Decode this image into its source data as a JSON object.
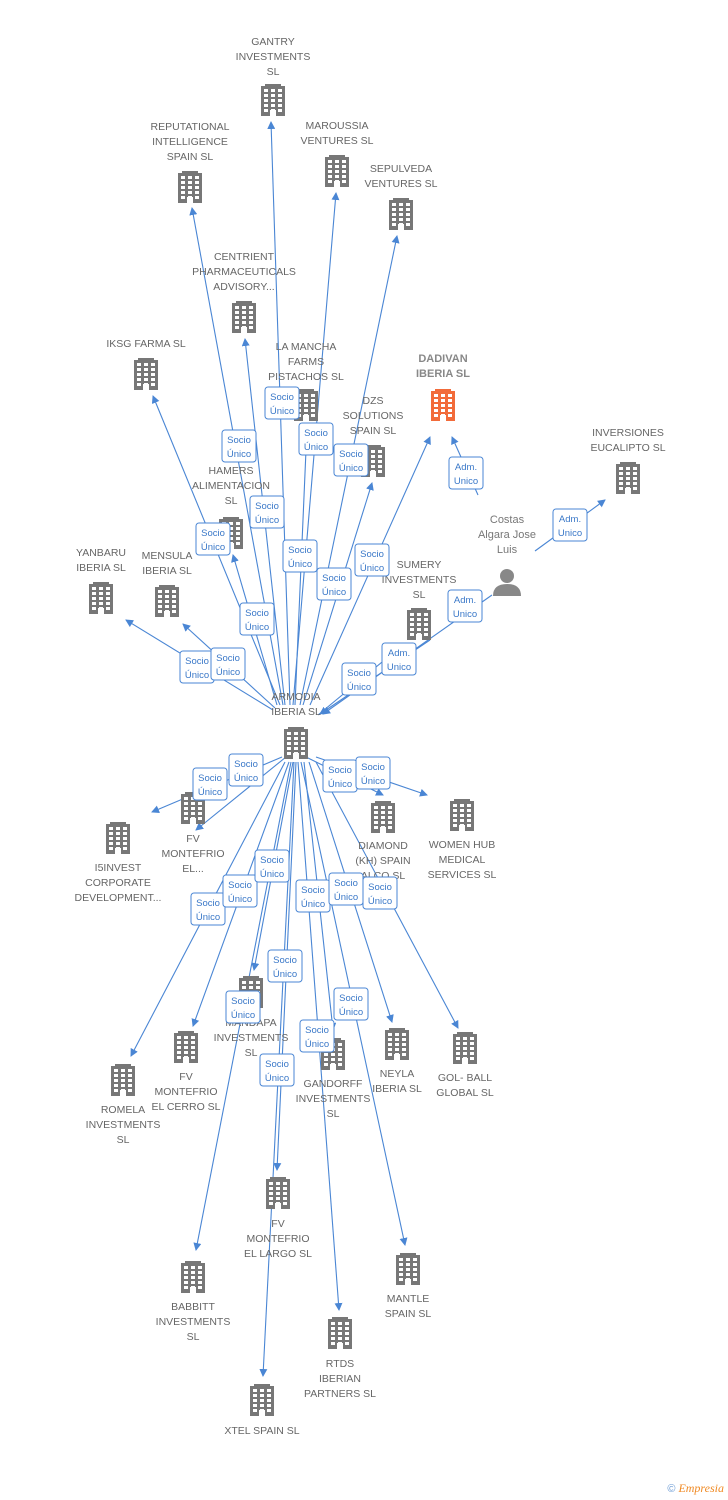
{
  "colors": {
    "edge": "#4a86d4",
    "building": "#777777",
    "highlight": "#f26b3a",
    "person": "#888888"
  },
  "nodes": [
    {
      "id": "armodia",
      "label": [
        "ARMODIA",
        "IBERIA  SL"
      ],
      "icon": "building-icon"
    },
    {
      "id": "gantry",
      "label": [
        "GANTRY",
        "INVESTMENTS",
        "SL"
      ],
      "icon": "building-icon"
    },
    {
      "id": "reputational",
      "label": [
        "REPUTATIONAL",
        "INTELLIGENCE",
        "SPAIN  SL"
      ],
      "icon": "building-icon"
    },
    {
      "id": "maroussia",
      "label": [
        "MAROUSSIA",
        "VENTURES  SL"
      ],
      "icon": "building-icon"
    },
    {
      "id": "sepulveda",
      "label": [
        "SEPULVEDA",
        "VENTURES  SL"
      ],
      "icon": "building-icon"
    },
    {
      "id": "centrient",
      "label": [
        "CENTRIENT",
        "PHARMACEUTICALS",
        "ADVISORY..."
      ],
      "icon": "building-icon"
    },
    {
      "id": "iksg",
      "label": [
        "IKSG FARMA  SL"
      ],
      "icon": "building-icon"
    },
    {
      "id": "lamancha",
      "label": [
        "LA MANCHA",
        "FARMS",
        "PISTACHOS  SL"
      ],
      "icon": "building-icon"
    },
    {
      "id": "dadivan",
      "label": [
        "DADIVAN",
        "IBERIA  SL"
      ],
      "icon": "building-icon",
      "highlight": true
    },
    {
      "id": "dzs",
      "label": [
        "DZS",
        "SOLUTIONS",
        "SPAIN  SL"
      ],
      "icon": "building-icon"
    },
    {
      "id": "eucalipto",
      "label": [
        "INVERSIONES",
        "EUCALIPTO  SL"
      ],
      "icon": "building-icon"
    },
    {
      "id": "hamers",
      "label": [
        "HAMERS",
        "ALIMENTACION",
        "SL"
      ],
      "icon": "building-icon"
    },
    {
      "id": "costas",
      "label": [
        "Costas",
        "Algara Jose",
        "Luis"
      ],
      "icon": "person-icon"
    },
    {
      "id": "yanbaru",
      "label": [
        "YANBARU",
        "IBERIA  SL"
      ],
      "icon": "building-icon"
    },
    {
      "id": "mensula",
      "label": [
        "MENSULA",
        "IBERIA  SL"
      ],
      "icon": "building-icon"
    },
    {
      "id": "sumery",
      "label": [
        "SUMERY",
        "INVESTMENTS",
        "SL"
      ],
      "icon": "building-icon"
    },
    {
      "id": "i5invest",
      "label": [
        "I5INVEST",
        "CORPORATE",
        "DEVELOPMENT..."
      ],
      "icon": "building-icon"
    },
    {
      "id": "fvme",
      "label": [
        "FV",
        "MONTEFRIO",
        "EL..."
      ],
      "icon": "building-icon"
    },
    {
      "id": "diamond",
      "label": [
        "DIAMOND",
        "(KH) SPAIN",
        "ALCO  SL"
      ],
      "icon": "building-icon"
    },
    {
      "id": "womenhub",
      "label": [
        "WOMEN HUB",
        "MEDICAL",
        "SERVICES  SL"
      ],
      "icon": "building-icon"
    },
    {
      "id": "mandapa",
      "label": [
        "MANDAPA",
        "INVESTMENTS",
        "SL"
      ],
      "icon": "building-icon"
    },
    {
      "id": "fvcerro",
      "label": [
        "FV",
        "MONTEFRIO",
        "EL CERRO  SL"
      ],
      "icon": "building-icon"
    },
    {
      "id": "gandorff",
      "label": [
        "GANDORFF",
        "INVESTMENTS",
        "SL"
      ],
      "icon": "building-icon"
    },
    {
      "id": "neyla",
      "label": [
        "NEYLA",
        "IBERIA  SL"
      ],
      "icon": "building-icon"
    },
    {
      "id": "golball",
      "label": [
        "GOL- BALL",
        "GLOBAL  SL"
      ],
      "icon": "building-icon"
    },
    {
      "id": "romela",
      "label": [
        "ROMELA",
        "INVESTMENTS",
        "SL"
      ],
      "icon": "building-icon"
    },
    {
      "id": "fvlargo",
      "label": [
        "FV",
        "MONTEFRIO",
        "EL LARGO  SL"
      ],
      "icon": "building-icon"
    },
    {
      "id": "babbitt",
      "label": [
        "BABBITT",
        "INVESTMENTS",
        "SL"
      ],
      "icon": "building-icon"
    },
    {
      "id": "mantle",
      "label": [
        "MANTLE",
        "SPAIN  SL"
      ],
      "icon": "building-icon"
    },
    {
      "id": "rtds",
      "label": [
        "RTDS",
        "IBERIAN",
        "PARTNERS  SL"
      ],
      "icon": "building-icon"
    },
    {
      "id": "xtel",
      "label": [
        "XTEL SPAIN  SL"
      ],
      "icon": "building-icon"
    }
  ],
  "edges": [
    {
      "to": "gantry",
      "label": [
        "Socio",
        "Único"
      ]
    },
    {
      "to": "reputational",
      "label": [
        "Socio",
        "Único"
      ]
    },
    {
      "to": "maroussia",
      "label": [
        "Socio",
        "Único"
      ]
    },
    {
      "to": "sepulveda",
      "label": [
        "Socio",
        "Único"
      ]
    },
    {
      "to": "centrient",
      "label": [
        "Socio",
        "Único"
      ]
    },
    {
      "to": "iksg",
      "label": [
        "Socio",
        "Único"
      ]
    },
    {
      "to": "lamancha",
      "label": [
        "Socio",
        "Único"
      ]
    },
    {
      "to": "dzs",
      "label": [
        "Socio",
        "Único"
      ]
    },
    {
      "to": "hamers",
      "label": [
        "Socio",
        "Único"
      ]
    },
    {
      "to": "dadivan",
      "label": [
        "Socio",
        "Único"
      ]
    },
    {
      "to": "yanbaru",
      "label": [
        "Socio",
        "Único"
      ]
    },
    {
      "to": "mensula",
      "label": [
        "Socio",
        "Único"
      ]
    },
    {
      "to": "sumery",
      "label": [
        "Socio",
        "Único"
      ]
    },
    {
      "to": "i5invest",
      "label": [
        "Socio",
        "Único"
      ]
    },
    {
      "to": "fvme",
      "label": [
        "Socio",
        "Único"
      ]
    },
    {
      "to": "diamond",
      "label": [
        "Socio",
        "Único"
      ]
    },
    {
      "to": "womenhub",
      "label": [
        "Socio",
        "Único"
      ]
    },
    {
      "to": "romela",
      "label": [
        "Socio",
        "Único"
      ]
    },
    {
      "to": "fvcerro",
      "label": [
        "Socio",
        "Único"
      ]
    },
    {
      "to": "mandapa",
      "label": [
        "Socio",
        "Único"
      ]
    },
    {
      "to": "gandorff",
      "label": [
        "Socio",
        "Único"
      ]
    },
    {
      "to": "neyla",
      "label": [
        "Socio",
        "Único"
      ]
    },
    {
      "to": "golball",
      "label": [
        "Socio",
        "Único"
      ]
    },
    {
      "to": "fvlargo",
      "label": [
        "Socio",
        "Único"
      ]
    },
    {
      "to": "babbitt",
      "label": [
        "Socio",
        "Único"
      ]
    },
    {
      "to": "mantle",
      "label": [
        "Socio",
        "Único"
      ]
    },
    {
      "to": "rtds",
      "label": [
        "Socio",
        "Único"
      ]
    },
    {
      "to": "xtel",
      "label": [
        "Socio",
        "Único"
      ]
    },
    {
      "from": "costas",
      "to": "dadivan",
      "label": [
        "Adm.",
        "Unico"
      ]
    },
    {
      "from": "costas",
      "to": "eucalipto",
      "label": [
        "Adm.",
        "Unico"
      ]
    },
    {
      "from": "costas",
      "to": "armodia",
      "label": [
        "Adm.",
        "Unico"
      ]
    },
    {
      "from": "sumery",
      "to": "armodia",
      "label": [
        "Adm.",
        "Unico"
      ]
    }
  ],
  "footer": {
    "copyright": "©",
    "brand": "Empresia"
  }
}
